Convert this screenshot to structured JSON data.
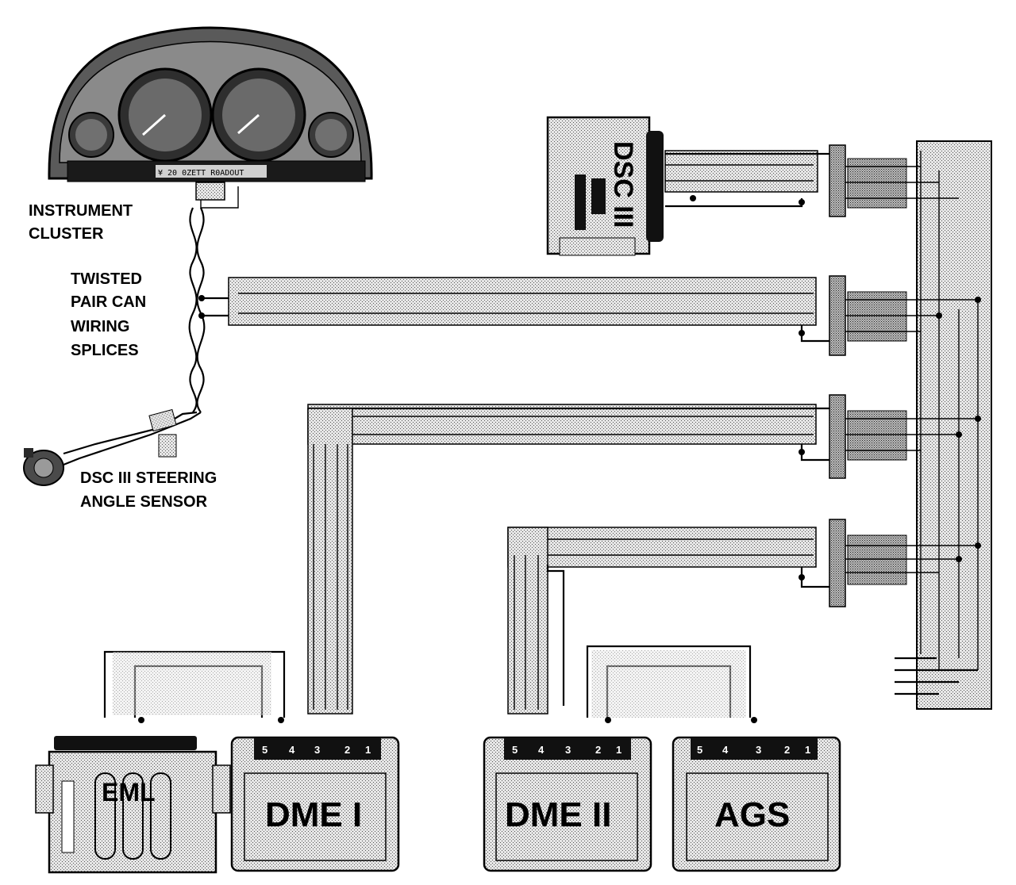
{
  "labels": {
    "instrument_cluster": [
      "INSTRUMENT",
      "CLUSTER"
    ],
    "twisted_pair": [
      "TWISTED",
      "PAIR CAN",
      "WIRING",
      "SPLICES"
    ],
    "steering_sensor": [
      "DSC III STEERING",
      "ANGLE SENSOR"
    ]
  },
  "modules": {
    "dsc": "DSC III",
    "eml": "EML",
    "dme1": "DME I",
    "dme2": "DME II",
    "ags": "AGS"
  },
  "pins": {
    "dme1": [
      "5",
      "4",
      "3",
      "2",
      "1"
    ],
    "dme2": [
      "5",
      "4",
      "3",
      "2",
      "1"
    ],
    "ags": [
      "5",
      "4",
      "3",
      "2",
      "1"
    ]
  },
  "cluster_display": "¥ 20  0ZETT  R0ADOUT"
}
